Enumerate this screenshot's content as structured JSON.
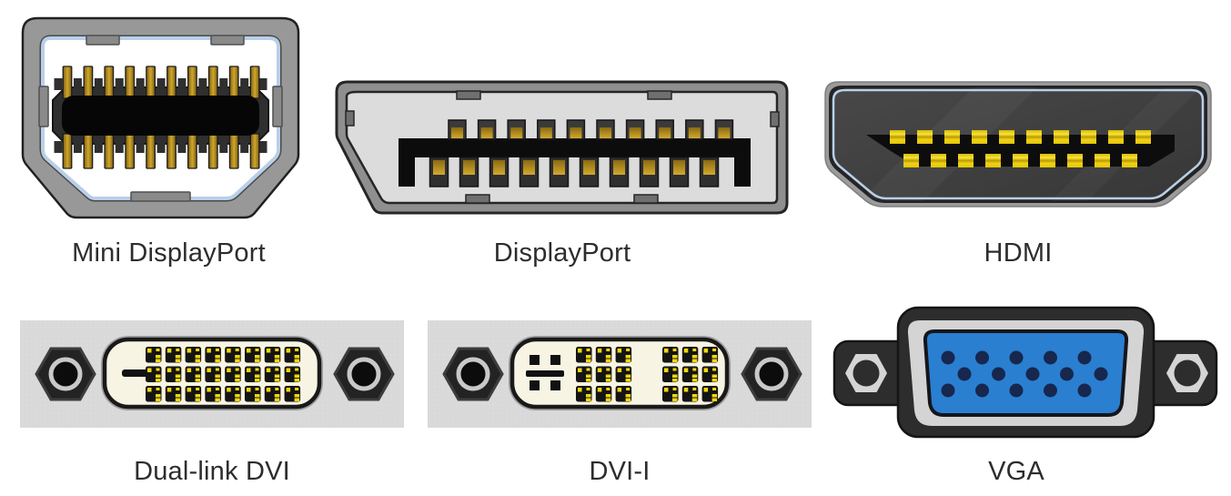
{
  "diagram": {
    "description": "Display connector types",
    "label_text_color": "#2d2d2d"
  },
  "connectors": [
    {
      "id": "mini-displayport",
      "label": "Mini DisplayPort",
      "top_pins": 10,
      "bottom_pins": 10
    },
    {
      "id": "displayport",
      "label": "DisplayPort",
      "top_pins": 10,
      "bottom_pins": 10
    },
    {
      "id": "hdmi",
      "label": "HDMI",
      "top_pins": 10,
      "bottom_pins": 9
    },
    {
      "id": "dual-link-dvi",
      "label": "Dual-link DVI",
      "pin_cols": 8,
      "pin_rows": 3,
      "pin_count": 24,
      "flat_blade": true
    },
    {
      "id": "dvi-i",
      "label": "DVI-I",
      "groups": 2,
      "group_cols": 3,
      "group_rows": 3,
      "pin_count": 18,
      "analog_contacts": 4,
      "flat_blade": true
    },
    {
      "id": "vga",
      "label": "VGA",
      "pin_rows": [
        5,
        5,
        5
      ],
      "pin_count": 15
    }
  ],
  "colors": {
    "shell_gray": "#989898",
    "dp_shell_gray": "#8f8f8f",
    "dp_inner_light": "#dcdcdc",
    "outline_dark": "#262626",
    "inner_blue_line": "#b9cfe8",
    "hdmi_body_charcoal": "#3e3e3e",
    "slot_black": "#0a0a0a",
    "pin_gold": "#c9a227",
    "hdmi_pin_yellow": "#f2d60e",
    "dvi_panel_gray": "#d9d9d9",
    "dvi_body_cream": "#f8f4e3",
    "dvi_pin_yellow": "#f2d70d",
    "vga_blue": "#2a7fd0",
    "vga_pin_navy": "#17274e",
    "vga_housing": "#2d2d2d",
    "metal_silver": "#d4d4d4"
  }
}
